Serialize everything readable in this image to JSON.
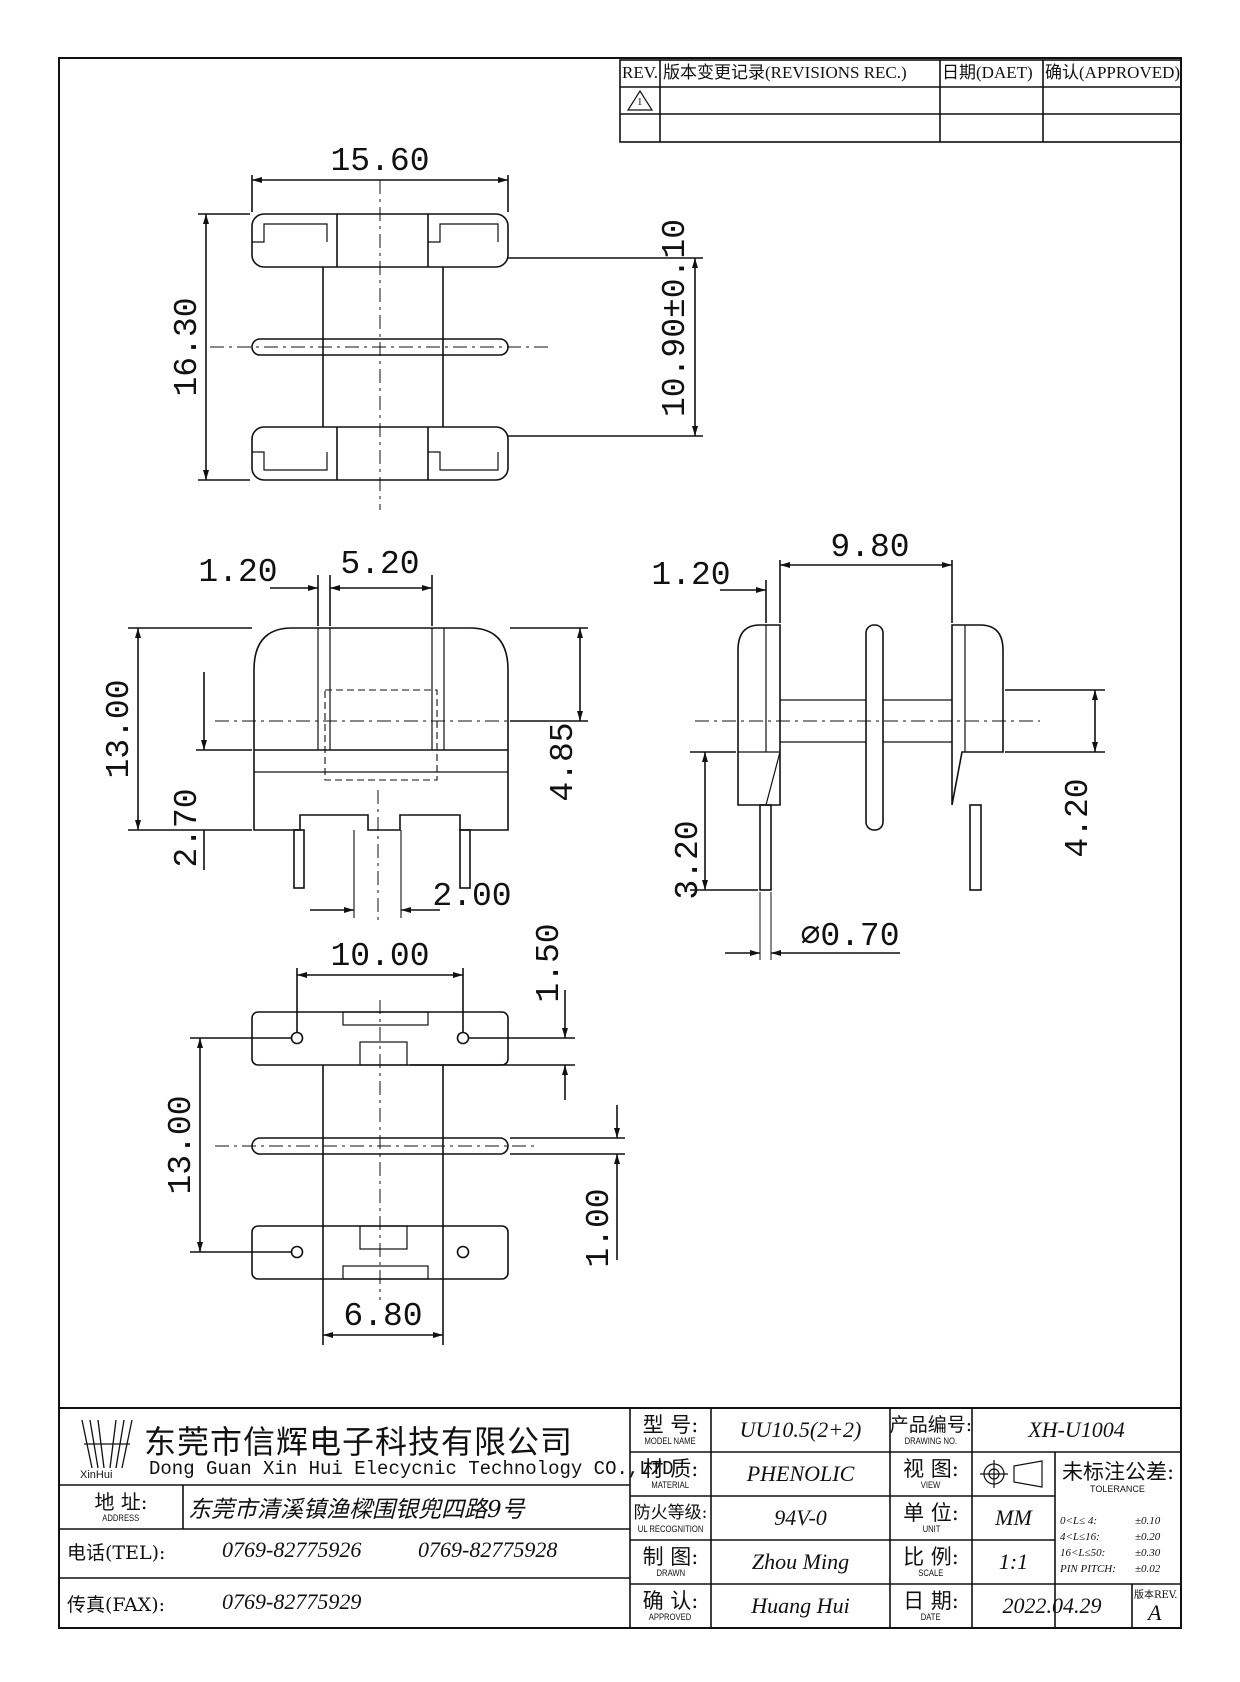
{
  "revisions": {
    "headers": {
      "rev": "REV.",
      "record": "版本变更记录(REVISIONS REC.)",
      "date": "日期(DAET)",
      "approved": "确认(APPROVED)"
    },
    "rows": [
      {
        "rev": "1",
        "record": "",
        "date": "",
        "approved": ""
      }
    ]
  },
  "dimensions": {
    "top_view": {
      "width": "15.60",
      "height": "16.30",
      "inner": "10.90±0.10"
    },
    "front_view": {
      "flange": "1.20",
      "core": "5.20",
      "height": "13.00",
      "mid": "4.85",
      "base": "2.70",
      "pin_pitch": "2.00"
    },
    "side_view": {
      "flange": "1.20",
      "length": "9.80",
      "pin_len": "3.20",
      "core_h": "4.20",
      "pin_dia": "⌀0.70"
    },
    "bottom_view": {
      "pin_span": "10.00",
      "offset": "1.50",
      "height": "13.00",
      "gap": "1.00",
      "base_w": "6.80"
    }
  },
  "title_block": {
    "logo_text": "XinHui",
    "company_cn": "东莞市信辉电子科技有限公司",
    "company_en": "Dong Guan Xin Hui Elecycnic Technology CO.,LTD",
    "address_label": "地 址:",
    "address_label_en": "ADDRESS",
    "address": "东莞市清溪镇渔樑围银兜四路9号",
    "tel_label": "电话(TEL):",
    "tel1": "0769-82775926",
    "tel2": "0769-82775928",
    "fax_label": "传真(FAX):",
    "fax": "0769-82775929",
    "model_label": "型 号:",
    "model_label_en": "MODEL NAME",
    "model": "UU10.5(2+2)",
    "material_label": "材 质:",
    "material_label_en": "MATERIAL",
    "material": "PHENOLIC",
    "ul_label": "防火等级:",
    "ul_label_en": "UL RECOGNITION",
    "ul": "94V-0",
    "drawn_label": "制 图:",
    "drawn_label_en": "DRAWN",
    "drawn": "Zhou Ming",
    "approved_label": "确 认:",
    "approved_label_en": "APPROVED",
    "approved": "Huang Hui",
    "drawing_no_label": "产品编号:",
    "drawing_no_label_en": "DRAWING NO.",
    "drawing_no": "XH-U1004",
    "view_label": "视 图:",
    "view_label_en": "VIEW",
    "unit_label": "单 位:",
    "unit_label_en": "UNIT",
    "unit": "MM",
    "scale_label": "比 例:",
    "scale_label_en": "SCALE",
    "scale": "1:1",
    "date_label": "日 期:",
    "date_label_en": "DATE",
    "date": "2022.04.29",
    "tolerance_label": "未标注公差:",
    "tolerance_label_en": "TOLERANCE",
    "tolerances": [
      {
        "range": "0<L≤ 4:",
        "value": "±0.10"
      },
      {
        "range": "4<L≤16:",
        "value": "±0.20"
      },
      {
        "range": "16<L≤50:",
        "value": "±0.30"
      },
      {
        "range": "PIN PITCH:",
        "value": "±0.02"
      }
    ],
    "rev_label": "版本REV.",
    "rev": "A"
  }
}
